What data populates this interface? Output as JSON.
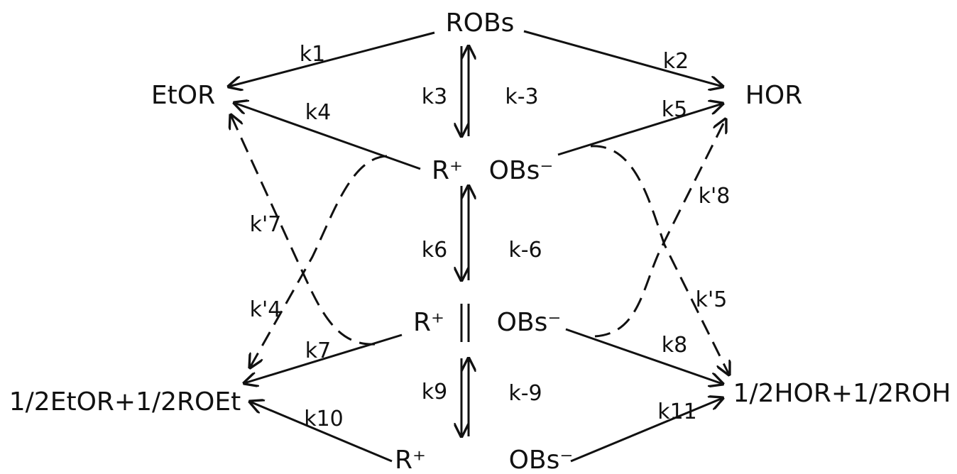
{
  "nodes": {
    "robs": "ROBs",
    "etor": "EtOR",
    "hor": "HOR",
    "r_plus_1": "R⁺",
    "obs_minus_1": "OBs⁻",
    "r_plus_2": "R⁺",
    "obs_minus_2": "OBs⁻",
    "r_plus_3": "R⁺",
    "obs_minus_3": "OBs⁻",
    "left_products": "1/2EtOR+1/2ROEt",
    "right_products": "1/2HOR+1/2ROH"
  },
  "rate_constants": {
    "k1": "k1",
    "k2": "k2",
    "k3": "k3",
    "k_minus3": "k-3",
    "k4": "k4",
    "k5": "k5",
    "k6": "k6",
    "k_minus6": "k-6",
    "k7": "k7",
    "k8": "k8",
    "k9": "k9",
    "k_minus9": "k-9",
    "k10": "k10",
    "k11": "k11",
    "k7_prime": "k'7",
    "k4_prime": "k'4",
    "k8_prime": "k'8",
    "k5_prime": "k'5"
  }
}
